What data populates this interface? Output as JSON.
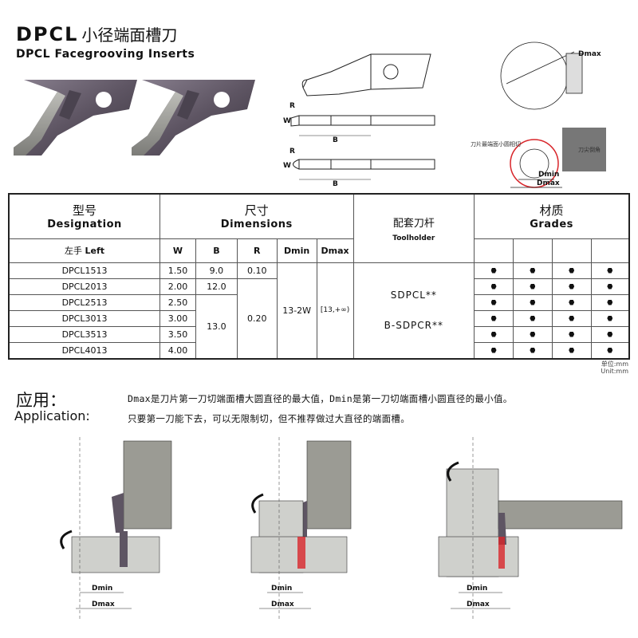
{
  "header": {
    "code": "DPCL",
    "title_cn": "小径端面槽刀",
    "title_en": "DPCL Facegrooving Inserts"
  },
  "drawing_labels": {
    "dmax": "Dmax",
    "dmin": "Dmin",
    "r": "R",
    "w": "W",
    "b": "B",
    "note_cn1": "刀片最端面小圆相切",
    "note_cn2": "刀尖倒角"
  },
  "table": {
    "designation_cn": "型号",
    "designation_en": "Designation",
    "dimensions_cn": "尺寸",
    "dimensions_en": "Dimensions",
    "toolholder_cn": "配套刀杆",
    "toolholder_en": "Toolholder",
    "grades_cn": "材质",
    "grades_en": "Grades",
    "hand_cn": "左手",
    "hand_en": "Left",
    "col_w": "W",
    "col_b": "B",
    "col_r": "R",
    "col_dmin": "Dmin",
    "col_dmax": "Dmax",
    "rows": [
      {
        "designation": "DPCL1513",
        "w": "1.50"
      },
      {
        "designation": "DPCL2013",
        "w": "2.00"
      },
      {
        "designation": "DPCL2513",
        "w": "2.50"
      },
      {
        "designation": "DPCL3013",
        "w": "3.00"
      },
      {
        "designation": "DPCL3513",
        "w": "3.50"
      },
      {
        "designation": "DPCL4013",
        "w": "4.00"
      }
    ],
    "b_values": [
      "9.0",
      "12.0",
      "13.0"
    ],
    "r_values": [
      "0.10",
      "0.20"
    ],
    "dmin_value": "13-2W",
    "dmax_value": "[13,+∞)",
    "toolholders": [
      "SDPCL**",
      "B-SDPCR**"
    ],
    "unit_cn": "单位:mm",
    "unit_en": "Unit:mm"
  },
  "application": {
    "label_cn": "应用：",
    "label_en": "Application:",
    "text1": "Dmax是刀片第一刀切端面槽大圆直径的最大值，Dmin是第一刀切端面槽小圆直径的最小值。",
    "text2": "只要第一刀能下去，可以无限制切，但不推荐做过大直径的端面槽。",
    "dmin": "Dmin",
    "dmax": "Dmax"
  },
  "colors": {
    "insert": "#5e5563",
    "holder": "#9b9b94",
    "workpiece": "#cfd0cc",
    "accent": "#d8252a"
  }
}
